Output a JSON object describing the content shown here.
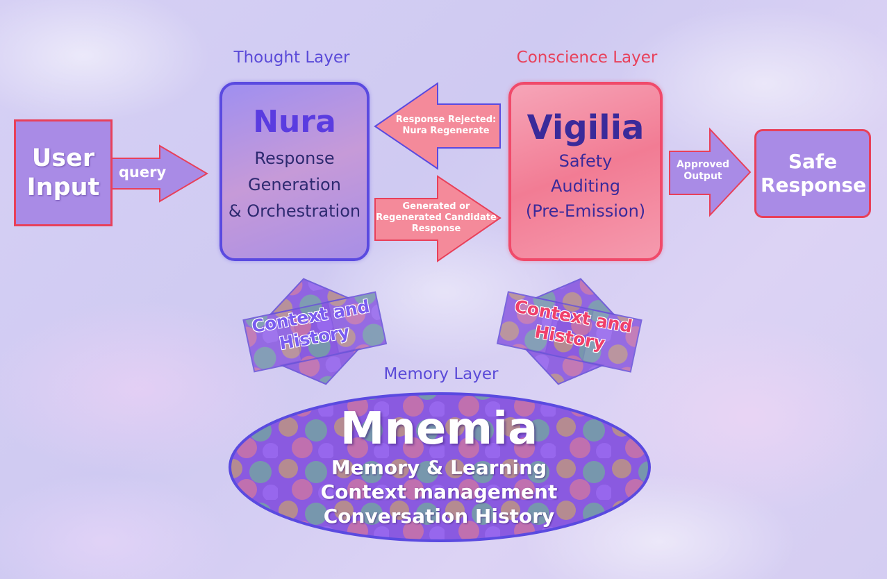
{
  "layers": {
    "thought": "Thought Layer",
    "conscience": "Conscience Layer",
    "memory": "Memory Layer"
  },
  "user_input": {
    "label": "User Input"
  },
  "query_label": "query",
  "nura": {
    "title": "Nura",
    "lines": [
      "Response",
      "Generation",
      "& Orchestration"
    ]
  },
  "vigilia": {
    "title": "Vigilia",
    "lines": [
      "Safety",
      "Auditing",
      "(Pre-Emission)"
    ]
  },
  "safe_response": {
    "label": "Safe Response"
  },
  "arrows": {
    "rejected": [
      "Response Rejected:",
      "Nura Regenerate"
    ],
    "generated": [
      "Generated or",
      "Regenerated Candidate",
      "Response"
    ],
    "approved": [
      "Approved",
      "Output"
    ]
  },
  "context_left": [
    "Context and",
    "History"
  ],
  "context_right": [
    "Context and",
    "History"
  ],
  "mnemia": {
    "title": "Mnemia",
    "lines": [
      "Memory & Learning",
      "Context management",
      "Conversation History"
    ]
  },
  "colors": {
    "purple": "#a98be6",
    "red_border": "#e8405a",
    "blue_border": "#5a4ae0"
  }
}
